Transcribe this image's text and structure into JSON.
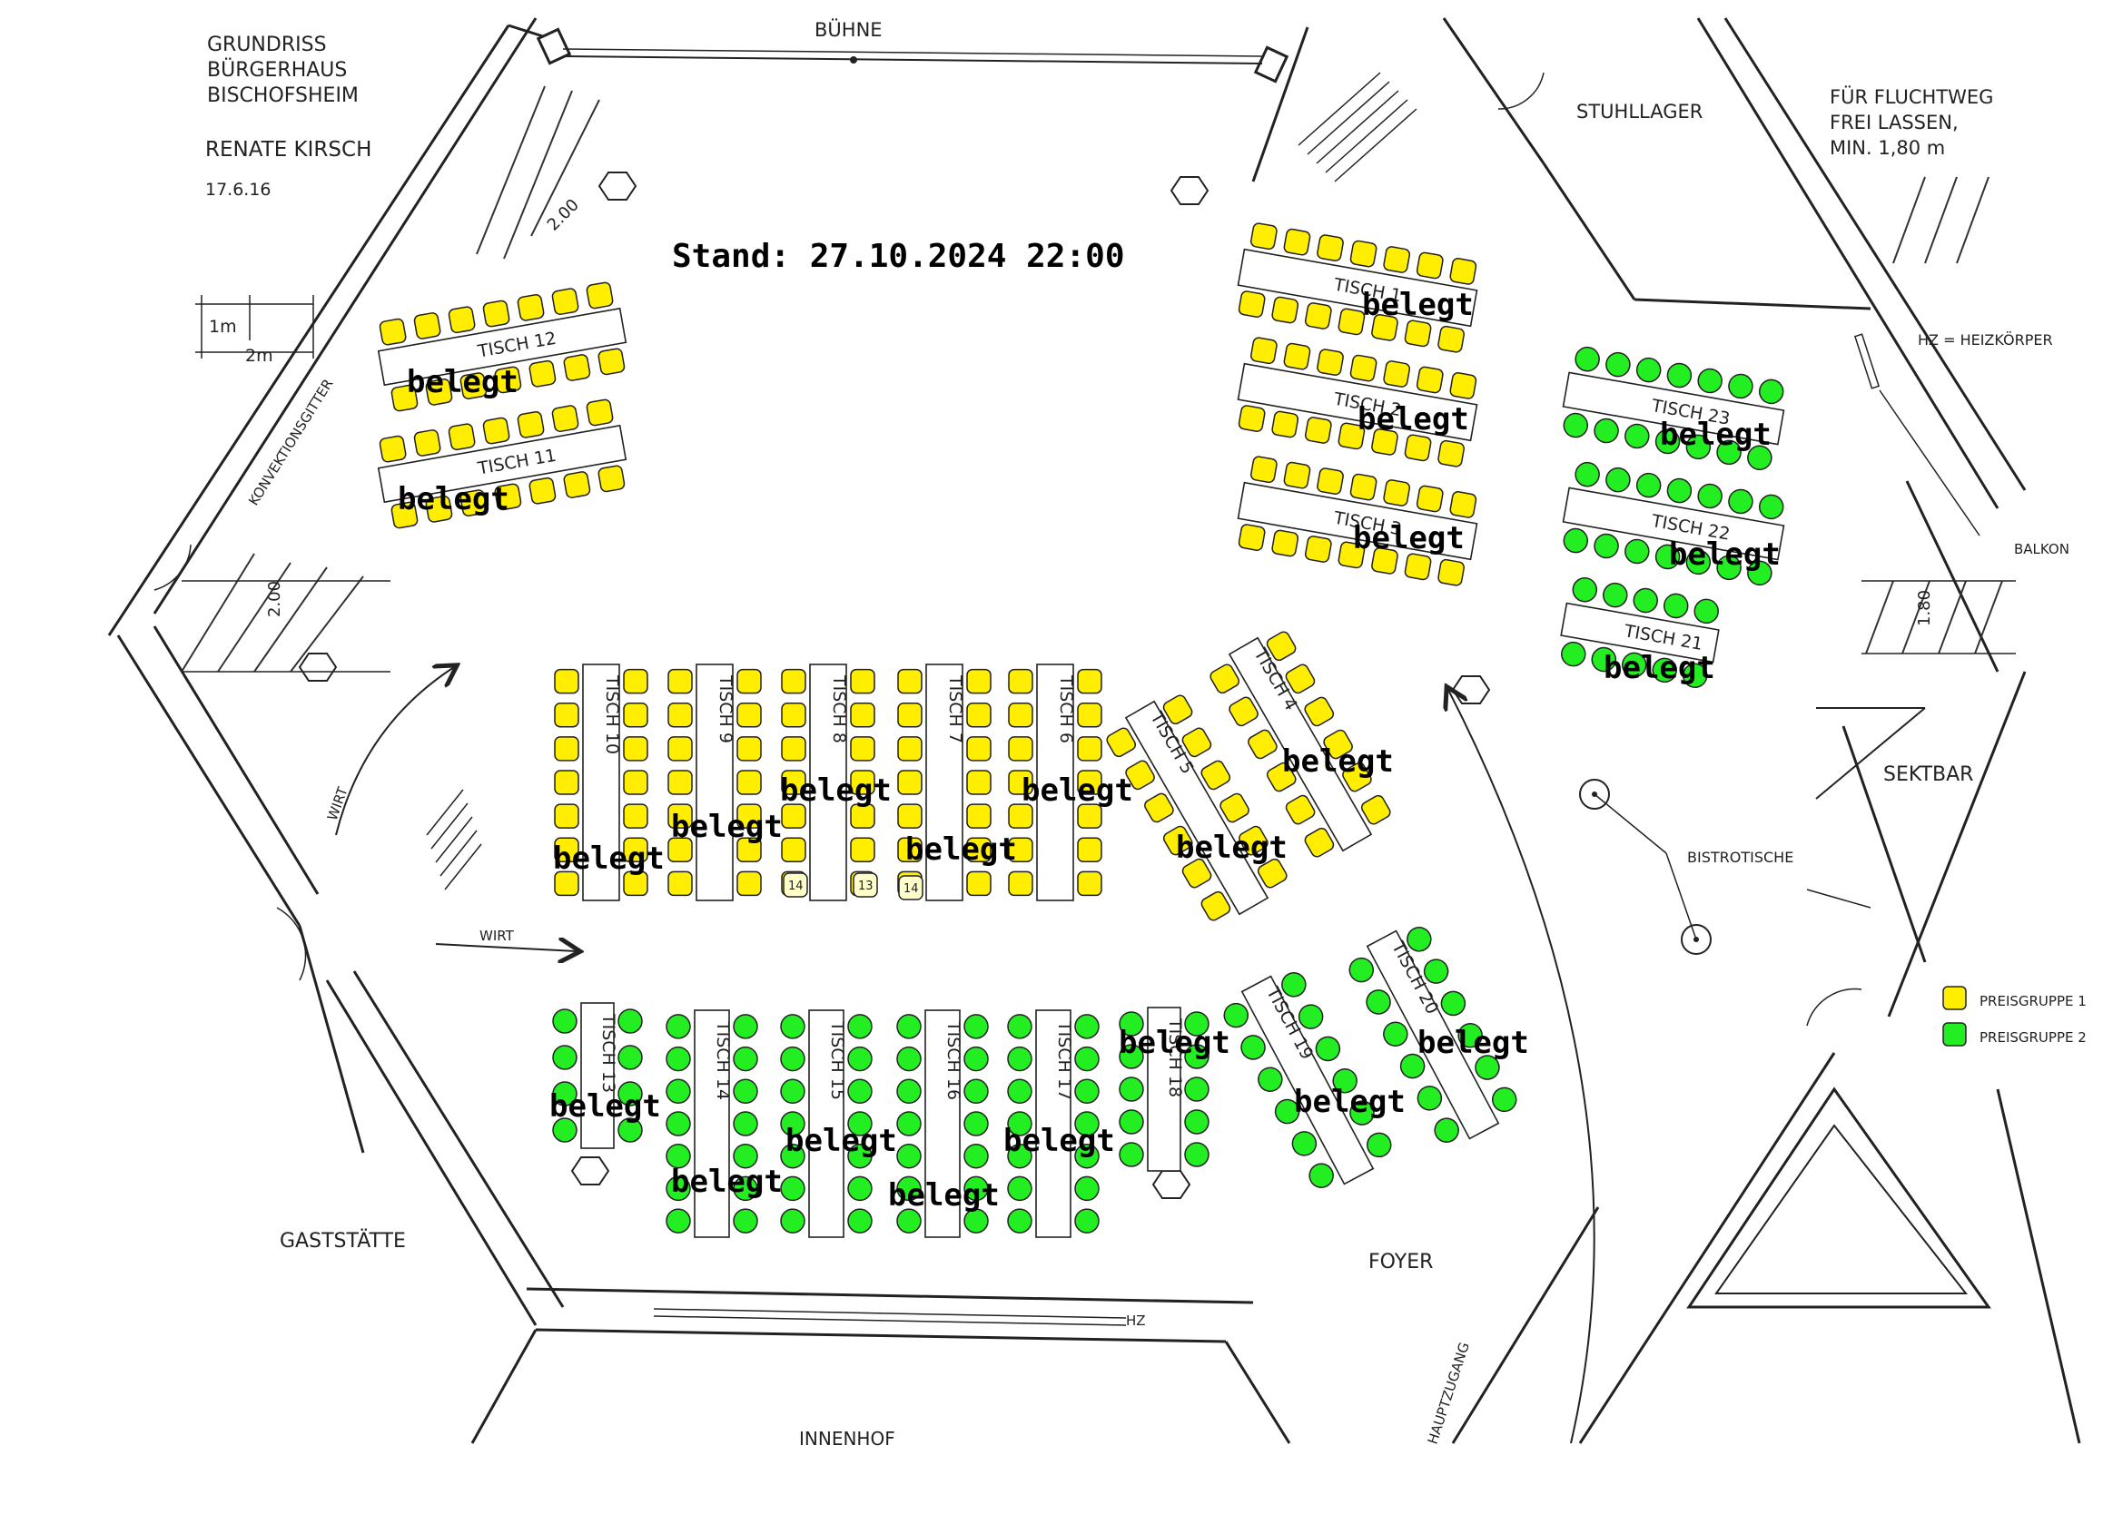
{
  "header": {
    "title_lines": [
      "GRUNDRISS",
      "BÜRGERHAUS",
      "BISCHOFSHEIM"
    ],
    "author": "RENATE KIRSCH",
    "date": "17.6.16",
    "status": "Stand: 27.10.2024 22:00"
  },
  "scale": {
    "small": "1m",
    "large": "2m"
  },
  "rooms": {
    "stage": "BÜHNE",
    "chair_store": "STUHLLAGER",
    "escape_lines": [
      "FÜR FLUCHTWEG",
      "FREI LASSEN,",
      "MIN. 1,80 m"
    ],
    "heater_key": "HZ = HEIZKÖRPER",
    "balcony": "BALKON",
    "bar": "SEKTBAR",
    "bistro": "BISTROTISCHE",
    "restaurant": "GASTSTÄTTE",
    "foyer": "FOYER",
    "courtyard": "INNENHOF",
    "main_entrance": "HAUPTZUGANG",
    "grille": "KONVEKTIONSGITTER",
    "host": "WIRT",
    "heater": "HZ",
    "dim_200": "2.00",
    "dim_180": "1.80"
  },
  "legend": {
    "items": [
      {
        "label": "PREISGRUPPE 1",
        "color": "#ffee00"
      },
      {
        "label": "PREISGRUPPE 2",
        "color": "#22ee22"
      }
    ]
  },
  "booked_label": "belegt",
  "seat_labels": [
    "14",
    "13",
    "14"
  ],
  "colors": {
    "group1": "#ffee00",
    "group2": "#22ee22"
  },
  "tables": [
    {
      "label": "TISCH 1",
      "group": 1,
      "status": "belegt"
    },
    {
      "label": "TISCH 2",
      "group": 1,
      "status": "belegt"
    },
    {
      "label": "TISCH 3",
      "group": 1,
      "status": "belegt"
    },
    {
      "label": "TISCH 4",
      "group": 1,
      "status": "belegt"
    },
    {
      "label": "TISCH 5",
      "group": 1,
      "status": "belegt"
    },
    {
      "label": "TISCH 6",
      "group": 1,
      "status": "belegt"
    },
    {
      "label": "TISCH 7",
      "group": 1,
      "status": "belegt"
    },
    {
      "label": "TISCH 8",
      "group": 1,
      "status": "belegt"
    },
    {
      "label": "TISCH 9",
      "group": 1,
      "status": "belegt"
    },
    {
      "label": "TISCH 10",
      "group": 1,
      "status": "belegt"
    },
    {
      "label": "TISCH 11",
      "group": 1,
      "status": "belegt"
    },
    {
      "label": "TISCH 12",
      "group": 1,
      "status": "belegt"
    },
    {
      "label": "TISCH 13",
      "group": 2,
      "status": "belegt"
    },
    {
      "label": "TISCH 14",
      "group": 2,
      "status": "belegt"
    },
    {
      "label": "TISCH 15",
      "group": 2,
      "status": "belegt"
    },
    {
      "label": "TISCH 16",
      "group": 2,
      "status": "belegt"
    },
    {
      "label": "TISCH 17",
      "group": 2,
      "status": "belegt"
    },
    {
      "label": "TISCH 18",
      "group": 2,
      "status": "belegt"
    },
    {
      "label": "TISCH 19",
      "group": 2,
      "status": "belegt"
    },
    {
      "label": "TISCH 20",
      "group": 2,
      "status": "belegt"
    },
    {
      "label": "TISCH 21",
      "group": 2,
      "status": "belegt"
    },
    {
      "label": "TISCH 22",
      "group": 2,
      "status": "belegt"
    },
    {
      "label": "TISCH 23",
      "group": 2,
      "status": "belegt"
    }
  ]
}
